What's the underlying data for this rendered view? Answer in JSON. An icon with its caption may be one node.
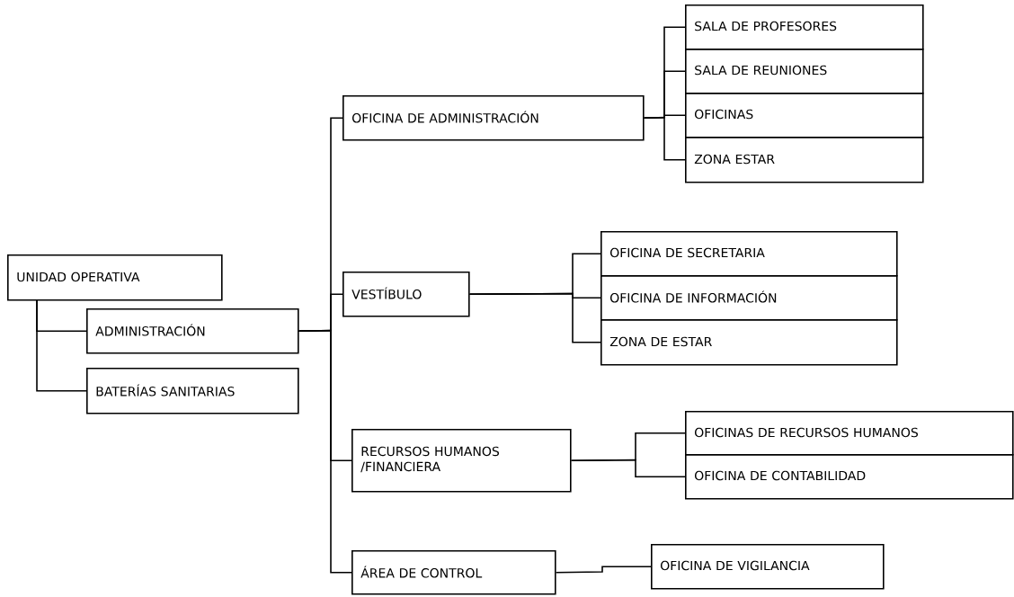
{
  "diagram": {
    "nodes": [
      {
        "text": [
          "UNIDAD OPERATIVA"
        ]
      },
      {
        "text": [
          "ADMINISTRACIÓN"
        ]
      },
      {
        "text": [
          "BATERÍAS SANITARIAS"
        ]
      },
      {
        "text": [
          "OFICINA DE ADMINISTRACIÓN"
        ]
      },
      {
        "text": [
          "VESTÍBULO"
        ]
      },
      {
        "text": [
          "RECURSOS HUMANOS /FINANCIERA"
        ]
      },
      {
        "text": [
          "ÁREA DE CONTROL"
        ]
      },
      {
        "text": [
          "SALA DE PROFESORES"
        ]
      },
      {
        "text": [
          "SALA DE REUNIONES"
        ]
      },
      {
        "text": [
          "OFICINAS"
        ]
      },
      {
        "text": [
          "ZONA ESTAR"
        ]
      },
      {
        "text": [
          "OFICINA DE SECRETARIA"
        ]
      },
      {
        "text": [
          "OFICINA DE INFORMACIÓN"
        ]
      },
      {
        "text": [
          "ZONA DE ESTAR"
        ]
      },
      {
        "text": [
          "OFICINAS DE RECURSOS HUMANOS"
        ]
      },
      {
        "text": [
          "OFICINA DE CONTABILIDAD"
        ]
      },
      {
        "text": [
          "OFICINA DE VIGILANCIA"
        ]
      }
    ],
    "edges": [
      {
        "from": 0,
        "to": 1,
        "arrow": "none"
      },
      {
        "from": 0,
        "to": 2,
        "arrow": "none"
      },
      {
        "from": 1,
        "to": 3,
        "arrow": "none"
      },
      {
        "from": 1,
        "to": 4,
        "arrow": "none"
      },
      {
        "from": 1,
        "to": 5,
        "arrow": "none"
      },
      {
        "from": 1,
        "to": 6,
        "arrow": "none"
      },
      {
        "from": 3,
        "to": 7,
        "arrow": "none"
      },
      {
        "from": 3,
        "to": 8,
        "arrow": "none"
      },
      {
        "from": 3,
        "to": 9,
        "arrow": "none"
      },
      {
        "from": 3,
        "to": 10,
        "arrow": "none"
      },
      {
        "from": 4,
        "to": 11,
        "arrow": "none"
      },
      {
        "from": 4,
        "to": 12,
        "arrow": "none"
      },
      {
        "from": 4,
        "to": 13,
        "arrow": "none"
      },
      {
        "from": 5,
        "to": 14,
        "arrow": "none"
      },
      {
        "from": 5,
        "to": 15,
        "arrow": "none"
      },
      {
        "from": 6,
        "to": 16,
        "arrow": "none"
      }
    ]
  }
}
